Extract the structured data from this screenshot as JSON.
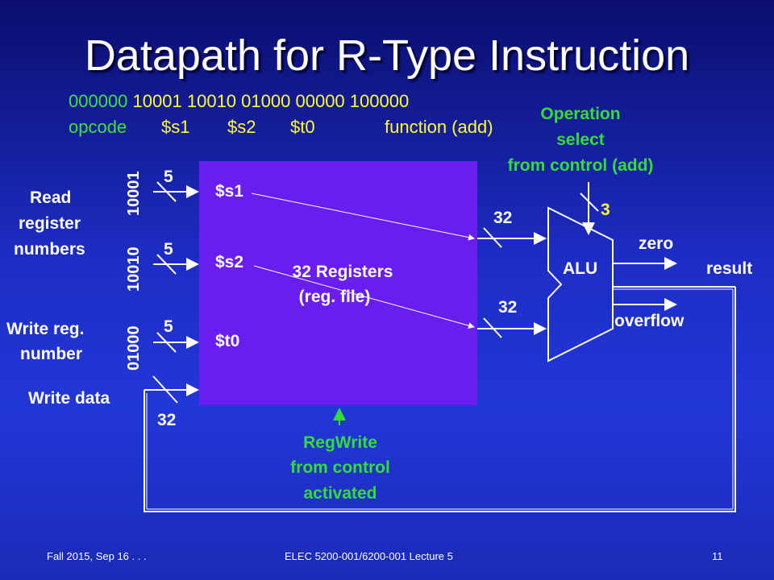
{
  "title": "Datapath for R-Type Instruction",
  "instruction": {
    "fields": [
      "000000",
      "10001",
      "10010",
      "01000",
      "00000",
      "100000"
    ],
    "labels": [
      "opcode",
      "$s1",
      "$s2",
      "$t0",
      "function (add)"
    ]
  },
  "left_labels": {
    "read_register": [
      "Read",
      "register",
      "numbers"
    ],
    "write_reg": [
      "Write reg.",
      "number"
    ],
    "write_data": "Write data"
  },
  "rotated_bits": [
    "10001",
    "10010",
    "01000"
  ],
  "bus_widths": {
    "in1": "5",
    "in2": "5",
    "in3": "5",
    "write_data": "32",
    "alu_in1": "32",
    "alu_in2": "32",
    "op": "3"
  },
  "register_file": {
    "ports": [
      "$s1",
      "$s2",
      "$t0"
    ],
    "label": [
      "32 Registers",
      "(reg. file)"
    ]
  },
  "regwrite": [
    "RegWrite",
    "from control",
    "activated"
  ],
  "operation": [
    "Operation",
    "select",
    "from control (add)"
  ],
  "alu": {
    "label": "ALU",
    "outputs": {
      "zero": "zero",
      "result": "result",
      "overflow": "overflow"
    }
  },
  "footer": {
    "left": "Fall 2015, Sep 16 . . .",
    "center": "ELEC 5200-001/6200-001 Lecture 5",
    "right": "11"
  },
  "colors": {
    "background": "#1d2dc4",
    "register_file": "#6a1df0",
    "green_text": "#33dd33",
    "yellow_text": "#ffff33"
  }
}
